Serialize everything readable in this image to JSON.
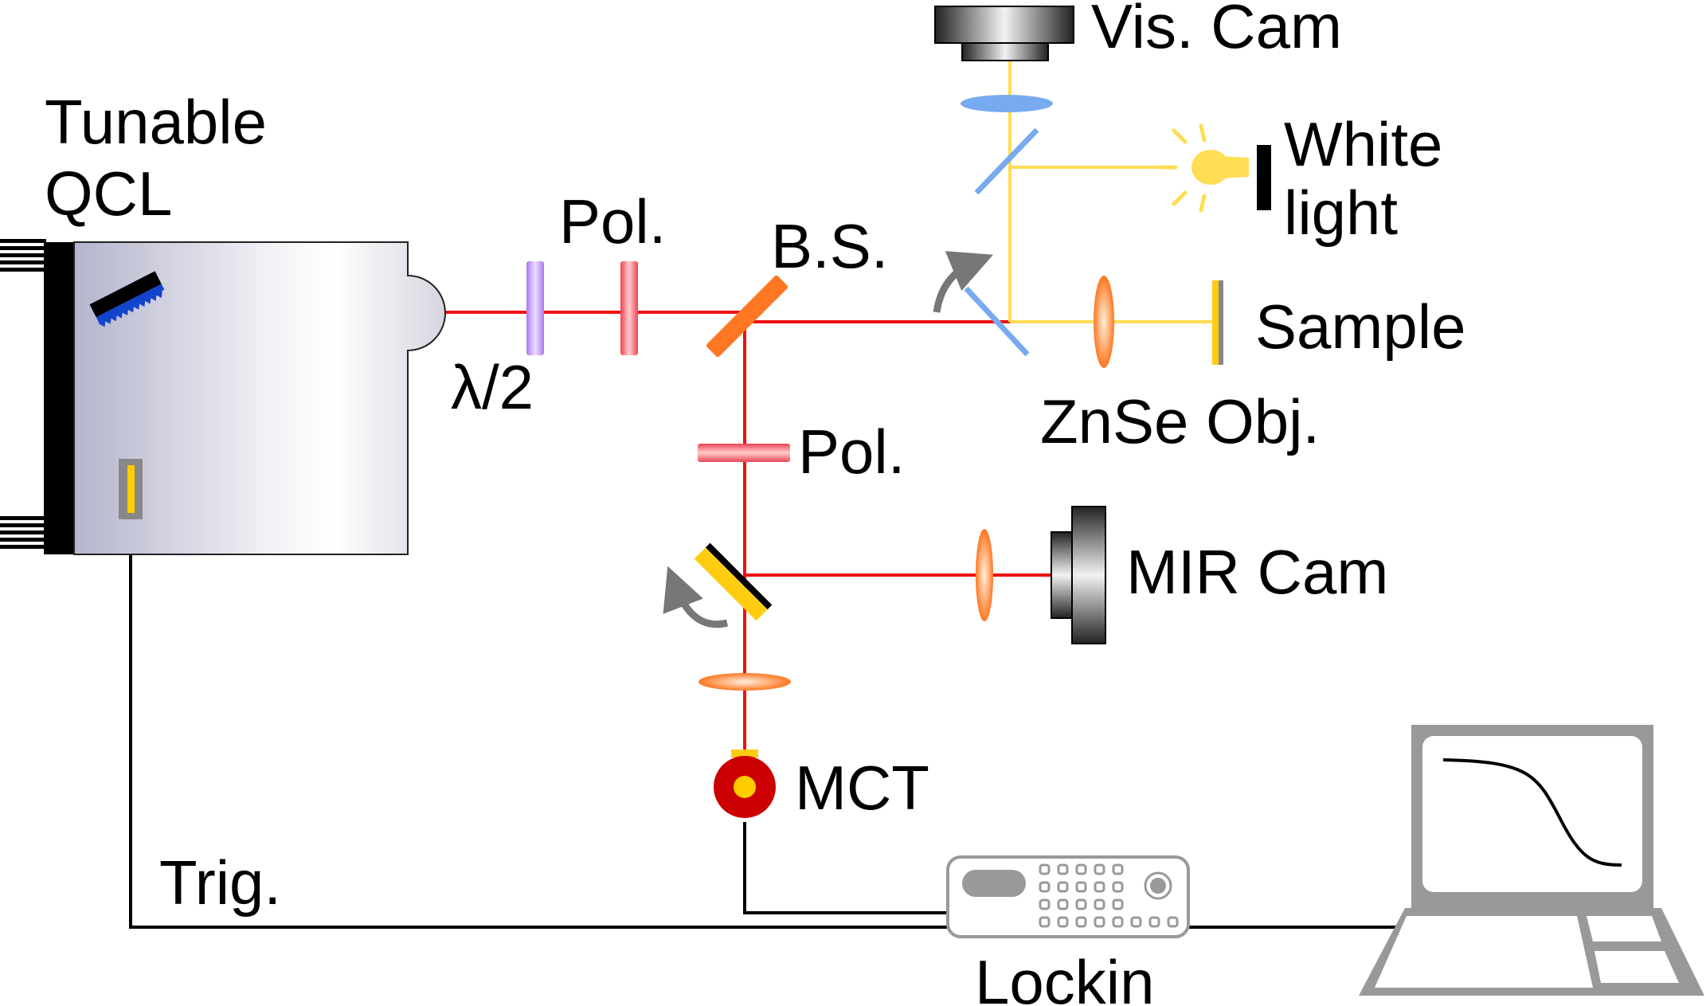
{
  "labels": {
    "qcl_line1": "Tunable",
    "qcl_line2": "QCL",
    "pol_top": "Pol.",
    "halfwave": "λ/2",
    "bs": "B.S.",
    "vis_cam": "Vis. Cam",
    "white_line1": "White",
    "white_line2": "light",
    "sample": "Sample",
    "znse_obj": "ZnSe Obj.",
    "pol_mid": "Pol.",
    "mir_cam": "MIR Cam",
    "mct": "MCT",
    "trig": "Trig.",
    "lockin": "Lockin"
  },
  "colors": {
    "laser_beam": "#ee1111",
    "visible_beam": "#ffdd55",
    "cable": "#000000",
    "housing": "#c8c8dc",
    "beamsplitter": "#ff7722",
    "polarizer": "#ee5566",
    "halfwave_plate": "#bb88ee",
    "vis_optics": "#77aaee",
    "lens": "#ff8833",
    "flip_mirror": "#ffcc11",
    "mct_detector": "#cc0000",
    "arrow": "#777777",
    "device_outline": "#999999"
  }
}
